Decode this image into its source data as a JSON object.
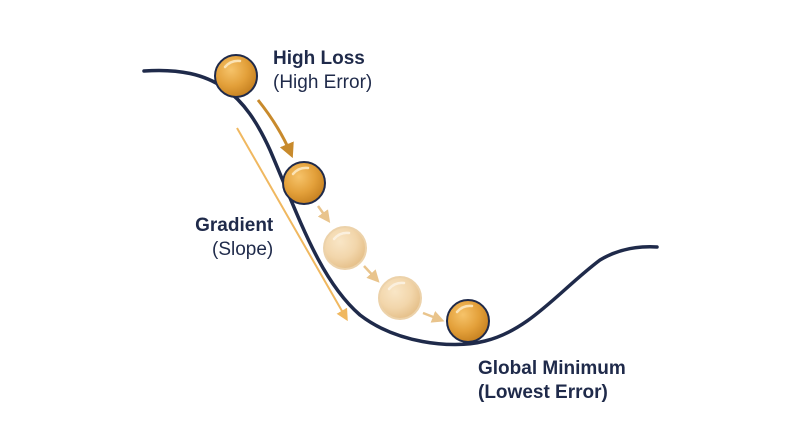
{
  "labels": {
    "high_loss": {
      "title": "High Loss",
      "subtitle": "(High Error)"
    },
    "gradient": {
      "title": "Gradient",
      "subtitle": "(Slope)"
    },
    "minimum": {
      "title": "Global Minimum",
      "subtitle": "(Lowest Error)"
    }
  },
  "colors": {
    "curve": "#1f2a4a",
    "ball": "#e5a236",
    "ball_faded": "#f0d4a8",
    "arrow": "#c88a2c",
    "arrow_faded": "#e9c48c",
    "slope_line": "#f0b860",
    "text": "#1f2a4a"
  }
}
